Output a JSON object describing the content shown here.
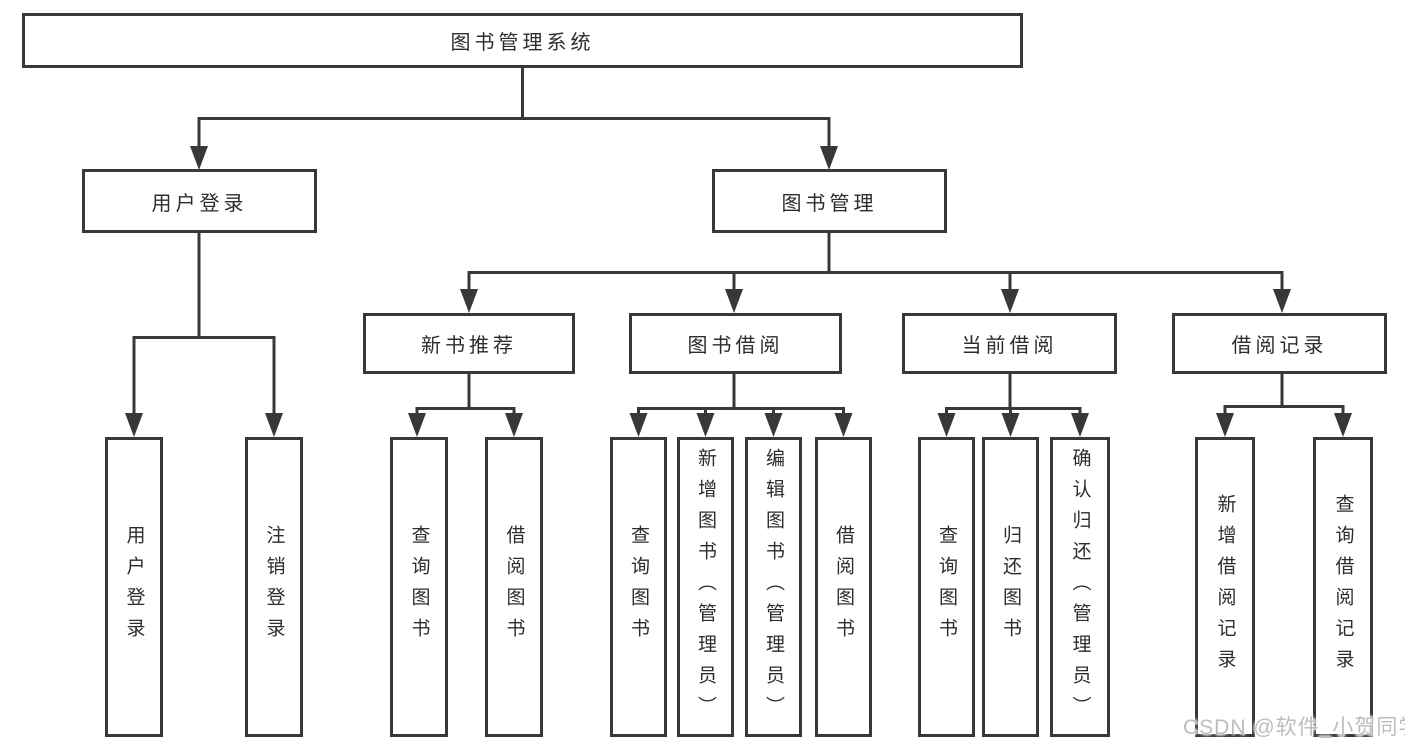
{
  "diagram": {
    "root_label": "图书管理系统",
    "user_login": {
      "label": "用户登录",
      "children": [
        "用户登录",
        "注销登录"
      ]
    },
    "book_mgmt": {
      "label": "图书管理",
      "sections": [
        {
          "label": "新书推荐",
          "children": [
            "查询图书",
            "借阅图书"
          ]
        },
        {
          "label": "图书借阅",
          "children": [
            "查询图书",
            "新增图书（管理员）",
            "编辑图书（管理员）",
            "借阅图书"
          ]
        },
        {
          "label": "当前借阅",
          "children": [
            "查询图书",
            "归还图书",
            "确认归还（管理员）"
          ]
        },
        {
          "label": "借阅记录",
          "children": [
            "新增借阅记录",
            "查询借阅记录"
          ]
        }
      ]
    },
    "watermark": "CSDN @软件_小贺同学",
    "colors": {
      "line": "#383838",
      "text": "#2d2d2d",
      "watermark": "#bdbdbd",
      "background": "#ffffff"
    }
  }
}
